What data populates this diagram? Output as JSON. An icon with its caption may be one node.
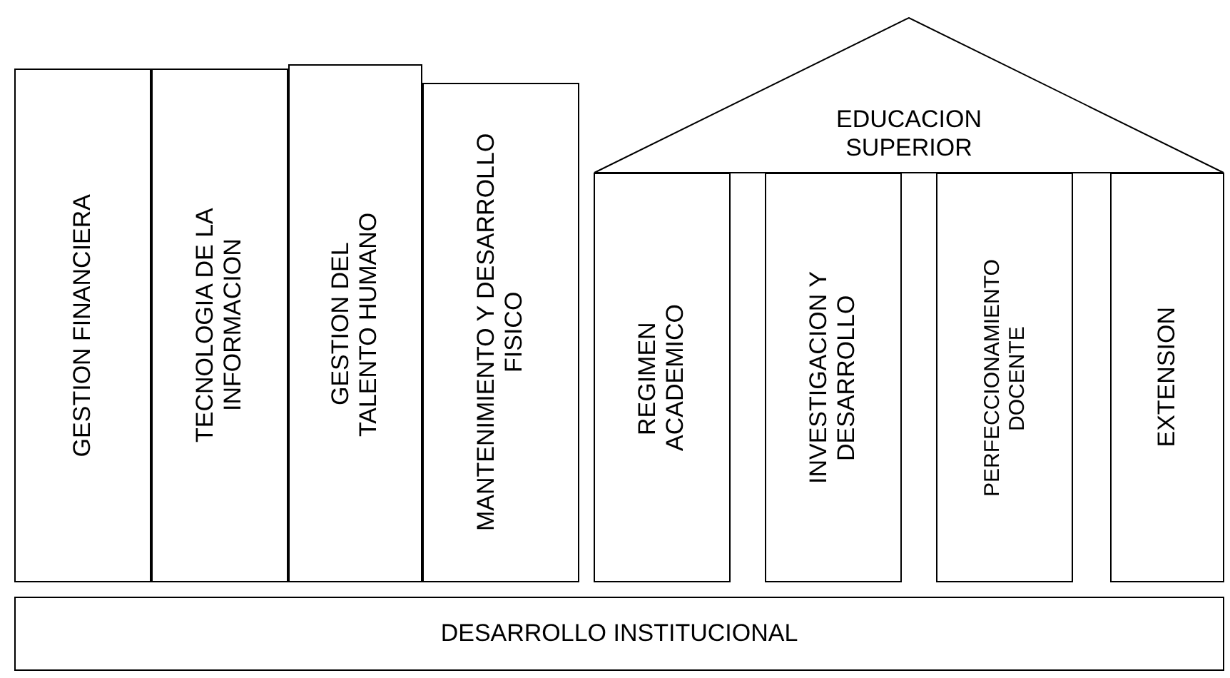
{
  "diagram": {
    "nodes": [
      {
        "text": [
          "GESTION FINANCIERA"
        ]
      },
      {
        "text": [
          "TECNOLOGIA DE LA INFORMACION"
        ]
      },
      {
        "text": [
          "GESTION DEL TALENTO HUMANO"
        ]
      },
      {
        "text": [
          "MANTENIMIENTO Y DESARROLLO FISICO"
        ]
      },
      {
        "text": [
          "EDUCACION SUPERIOR"
        ]
      },
      {
        "text": [
          "REGIMEN ACADEMICO"
        ]
      },
      {
        "text": [
          "INVESTIGACION Y DESARROLLO"
        ]
      },
      {
        "text": [
          "PERFECCIONAMIENTO DOCENTE"
        ]
      },
      {
        "text": [
          "EXTENSION"
        ]
      },
      {
        "text": [
          "DESARROLLO INSTITUCIONAL"
        ]
      }
    ]
  }
}
